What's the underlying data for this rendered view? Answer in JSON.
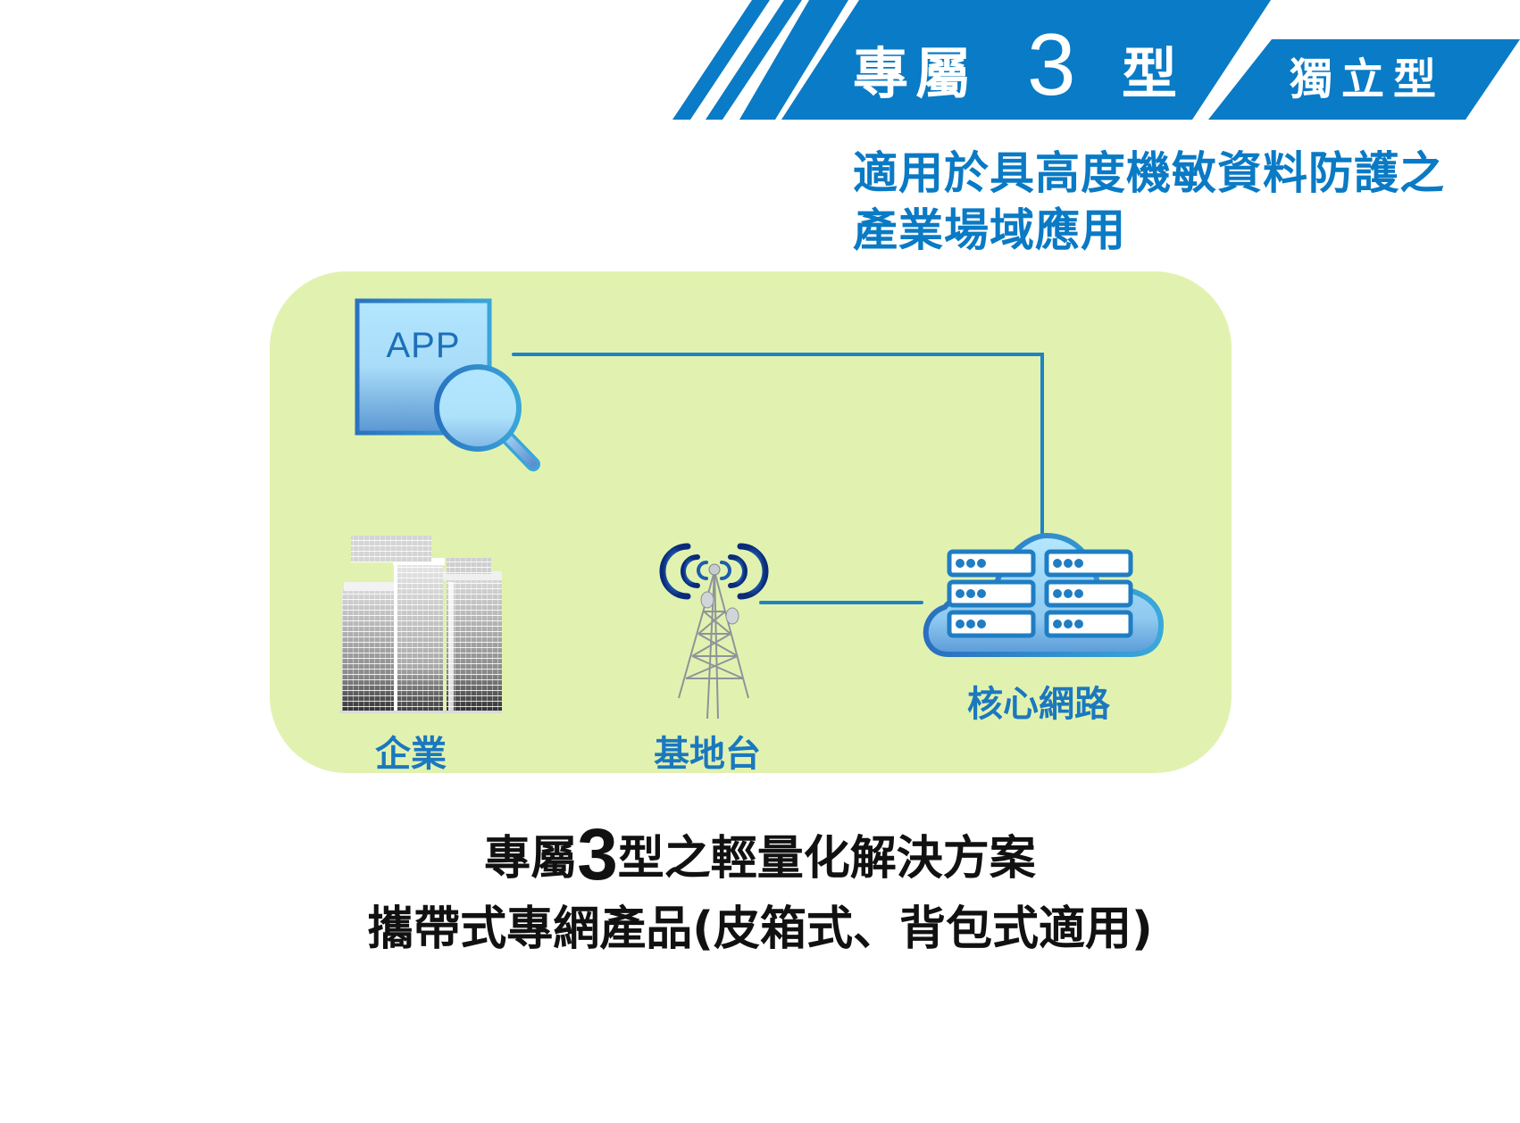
{
  "banner": {
    "title_prefix": "專屬",
    "title_number": "3",
    "title_suffix": "型",
    "subtype_label": "獨立型",
    "color": "#0a7bc6"
  },
  "subtitle": {
    "line1": "適用於具高度機敏資料防護之",
    "line2": "產業場域應用",
    "color": "#0a7ac5"
  },
  "diagram": {
    "panel_color": "#e1f2b0",
    "nodes": [
      {
        "id": "app",
        "label": "APP",
        "icon": "app-search-icon"
      },
      {
        "id": "enterprise",
        "label": "企業",
        "icon": "office-buildings-icon"
      },
      {
        "id": "base_station",
        "label": "基地台",
        "icon": "cell-tower-icon"
      },
      {
        "id": "core_network",
        "label": "核心網路",
        "icon": "cloud-server-icon"
      }
    ],
    "connections": [
      {
        "from": "app",
        "to": "core_network"
      },
      {
        "from": "base_station",
        "to": "core_network"
      }
    ],
    "line_color": "#1f82c4"
  },
  "caption": {
    "line1_prefix": "專屬",
    "line1_number": "3",
    "line1_suffix": "型之輕量化解決方案",
    "line2": "攜帶式專網產品(皮箱式、背包式適用)"
  }
}
